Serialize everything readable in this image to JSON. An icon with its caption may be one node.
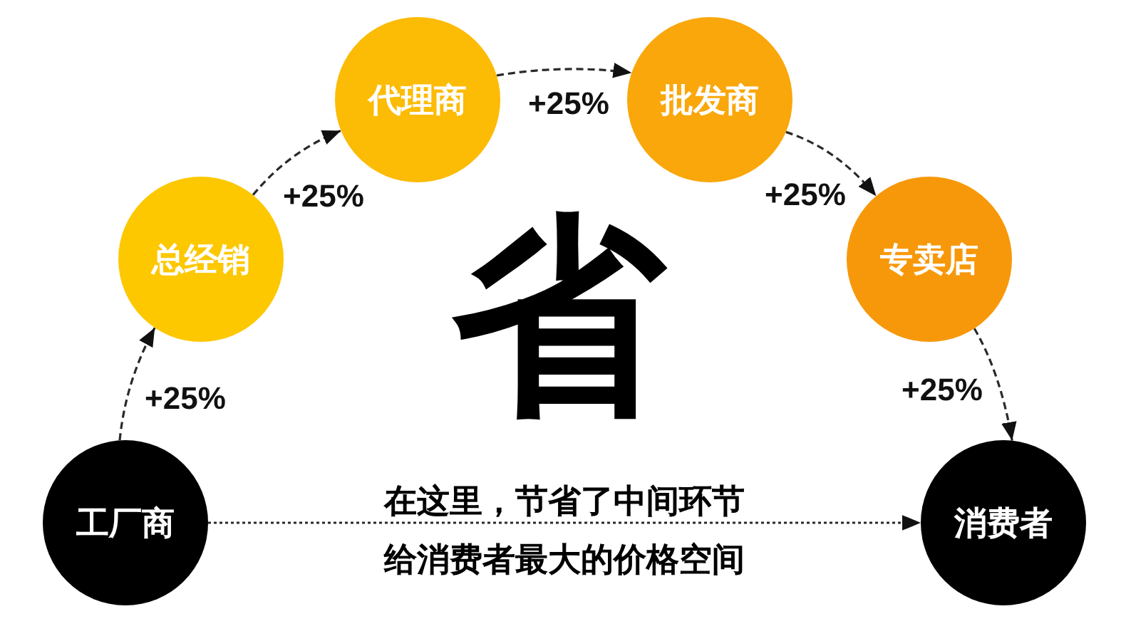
{
  "diagram": {
    "nodes": [
      {
        "text": [
          "工厂商"
        ]
      },
      {
        "text": [
          "总经销"
        ]
      },
      {
        "text": [
          "代理商"
        ]
      },
      {
        "text": [
          "批发商"
        ]
      },
      {
        "text": [
          "专卖店"
        ]
      },
      {
        "text": [
          "消费者"
        ]
      }
    ],
    "edges": [
      {
        "from": 0,
        "to": 1,
        "arrow": "to",
        "label": "+25%",
        "style": "dashed"
      },
      {
        "from": 1,
        "to": 2,
        "arrow": "to",
        "label": "+25%",
        "style": "dashed"
      },
      {
        "from": 2,
        "to": 3,
        "arrow": "to",
        "label": "+25%",
        "style": "dashed"
      },
      {
        "from": 3,
        "to": 4,
        "arrow": "to",
        "label": "+25%",
        "style": "dashed"
      },
      {
        "from": 4,
        "to": 5,
        "arrow": "to",
        "label": "+25%",
        "style": "dashed"
      },
      {
        "from": 0,
        "to": 5,
        "arrow": "to",
        "style": "dashed"
      }
    ],
    "labels": [
      "省",
      "在这里，节省了中间环节",
      "给消费者最大的价格空间"
    ]
  }
}
